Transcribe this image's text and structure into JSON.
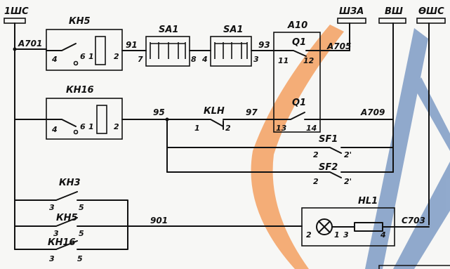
{
  "watermark_color_orange": "#f3a060",
  "watermark_color_blue": "#7f9cc6",
  "buses": [
    {
      "label": "1ШС"
    },
    {
      "label": "ШЗА"
    },
    {
      "label": "ВШ"
    },
    {
      "label": "ӨШС"
    }
  ],
  "wires": {
    "a701": "А701",
    "w91": "91",
    "w93": "93",
    "a705": "А705",
    "w95": "95",
    "w97": "97",
    "a709": "А709",
    "w901": "901",
    "c703": "С703"
  },
  "kh5_top": {
    "label": "КН5",
    "pins": [
      "4",
      "6",
      "1",
      "2"
    ]
  },
  "sa1_left": {
    "label": "SA1",
    "pins": [
      "7",
      "8"
    ]
  },
  "sa1_right": {
    "label": "SA1",
    "pins": [
      "4",
      "3"
    ]
  },
  "a10": {
    "label": "А10",
    "q1_top": "Q1",
    "pins_top": [
      "11",
      "12"
    ],
    "q1_bottom": "Q1",
    "pins_bottom": [
      "13",
      "14"
    ]
  },
  "kh16_top": {
    "label": "КН16",
    "pins": [
      "4",
      "6",
      "1",
      "2"
    ]
  },
  "klh": {
    "label": "КLН",
    "pins": [
      "1",
      "2"
    ]
  },
  "sf1": {
    "label": "SF1",
    "pins": [
      "2",
      "2'"
    ]
  },
  "sf2": {
    "label": "SF2",
    "pins": [
      "2",
      "2'"
    ]
  },
  "kh3": {
    "label": "КН3",
    "pins": [
      "3",
      "5"
    ]
  },
  "kh5_bottom": {
    "label": "КН5",
    "pins": [
      "3",
      "5"
    ]
  },
  "kh16_bottom": {
    "label": "КН16",
    "pins": [
      "3",
      "5"
    ]
  },
  "hl1": {
    "label": "НL1",
    "pins": [
      "2",
      "1",
      "3",
      "4"
    ]
  }
}
